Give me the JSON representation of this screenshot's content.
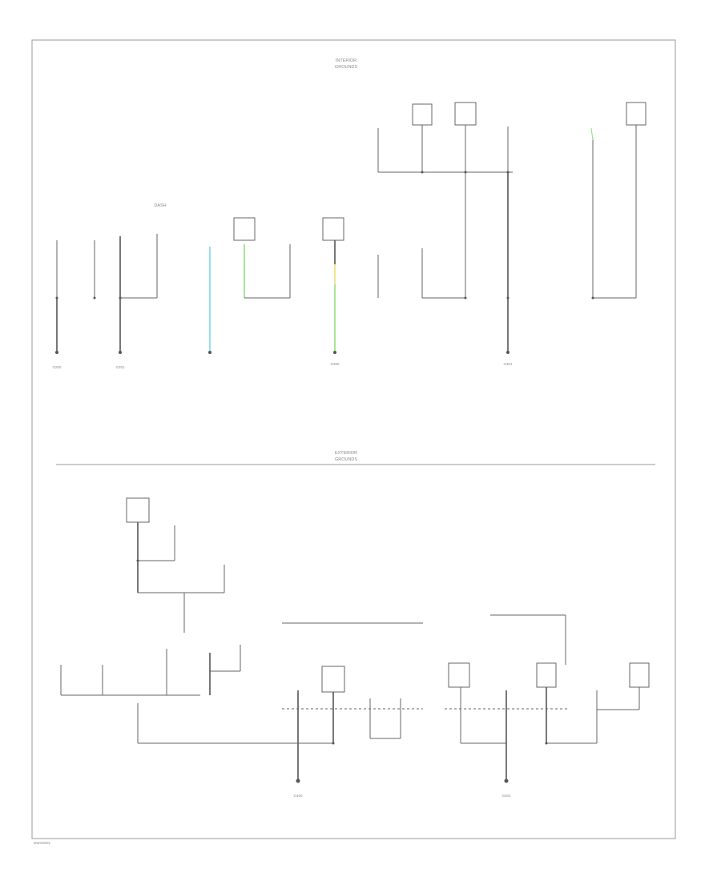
{
  "diagram": {
    "top_section": {
      "title_line1": "INTERIOR",
      "title_line2": "GROUNDS"
    },
    "bottom_section": {
      "title_line1": "EXTERIOR",
      "title_line2": "GROUNDS"
    },
    "dash_label": "DASH",
    "footer_code": "DWG0001",
    "grounds": {
      "g1": "G200",
      "g2": "G201",
      "g3": "G300",
      "g4": "G301",
      "g5": "G400",
      "g6": "G401"
    },
    "wire_colors": {
      "ground": "#555555",
      "cyan": "#7fd6e6",
      "green": "#8fe07a",
      "yellow": "#f0e070"
    }
  }
}
